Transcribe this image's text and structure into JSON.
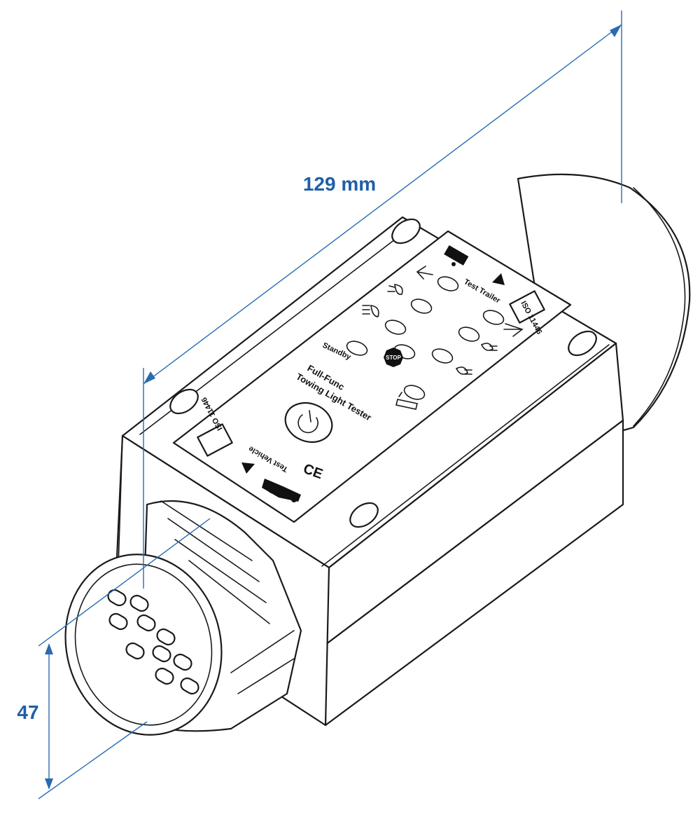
{
  "dimensions": {
    "length": "129 mm",
    "diameter": "47"
  },
  "panel": {
    "iso_standard_top": "ISO 11446",
    "iso_standard_bottom": "ISO 11446",
    "test_trailer": "Test Trailer",
    "test_vehicle": "Test Vehicle",
    "standby": "Standby",
    "stop_sign": "STOP",
    "product_name_line1": "Full-Func",
    "product_name_line2": "Towing Light Tester",
    "ce_mark": "CE"
  },
  "colors": {
    "dimension_blue": "#2a6bb0",
    "outline": "#1a1a1a"
  }
}
